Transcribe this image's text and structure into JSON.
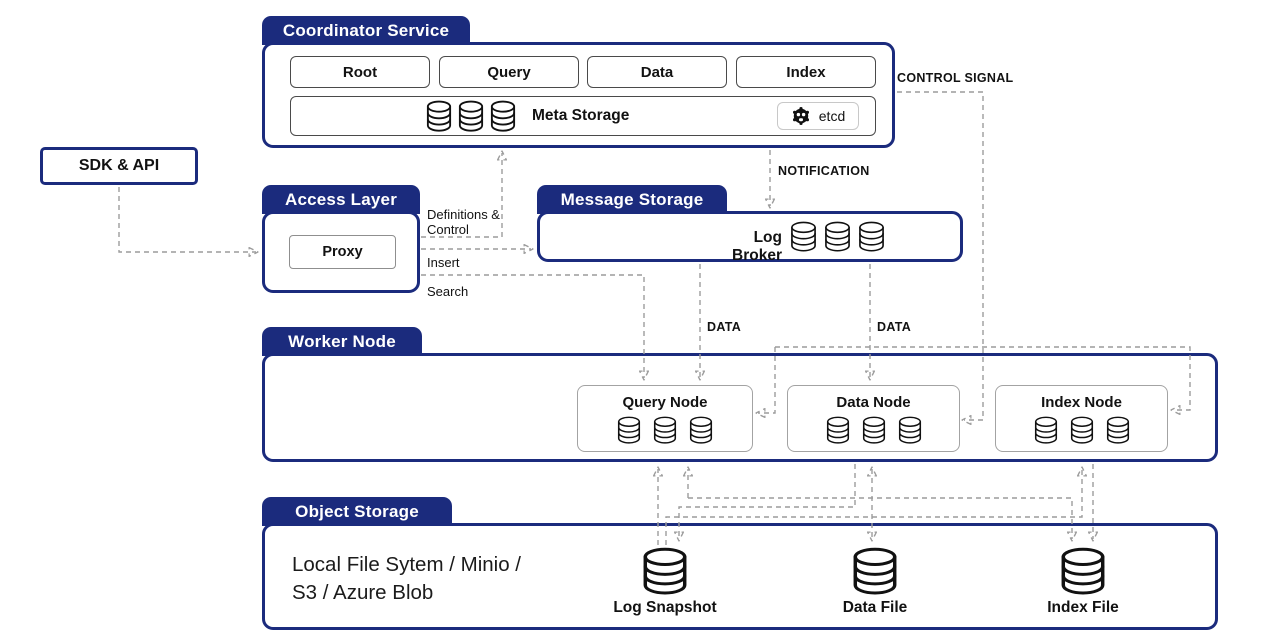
{
  "colors": {
    "navy": "#1b2b7d",
    "dash_line": "#9c9c9c",
    "arrow": "#8b8b8b"
  },
  "coordinator": {
    "title": "Coordinator Service",
    "nodes": [
      "Root",
      "Query",
      "Data",
      "Index"
    ],
    "meta_storage_label": "Meta Storage",
    "etcd_label": "etcd"
  },
  "sdk": {
    "label": "SDK & API"
  },
  "access": {
    "title": "Access Layer",
    "proxy_label": "Proxy"
  },
  "message": {
    "title": "Message Storage",
    "log_broker_label": "Log Broker"
  },
  "worker": {
    "title": "Worker Node",
    "nodes": [
      "Query Node",
      "Data Node",
      "Index Node"
    ]
  },
  "object": {
    "title": "Object Storage",
    "backends_line1": "Local File Sytem / Minio /",
    "backends_line2": "S3 / Azure Blob",
    "stores": [
      "Log Snapshot",
      "Data File",
      "Index File"
    ]
  },
  "flow_labels": {
    "control_signal": "CONTROL SIGNAL",
    "notification": "NOTIFICATION",
    "definitions_control": "Definitions & Control",
    "insert": "Insert",
    "search": "Search",
    "data_to_query": "DATA",
    "data_to_data": "DATA"
  }
}
